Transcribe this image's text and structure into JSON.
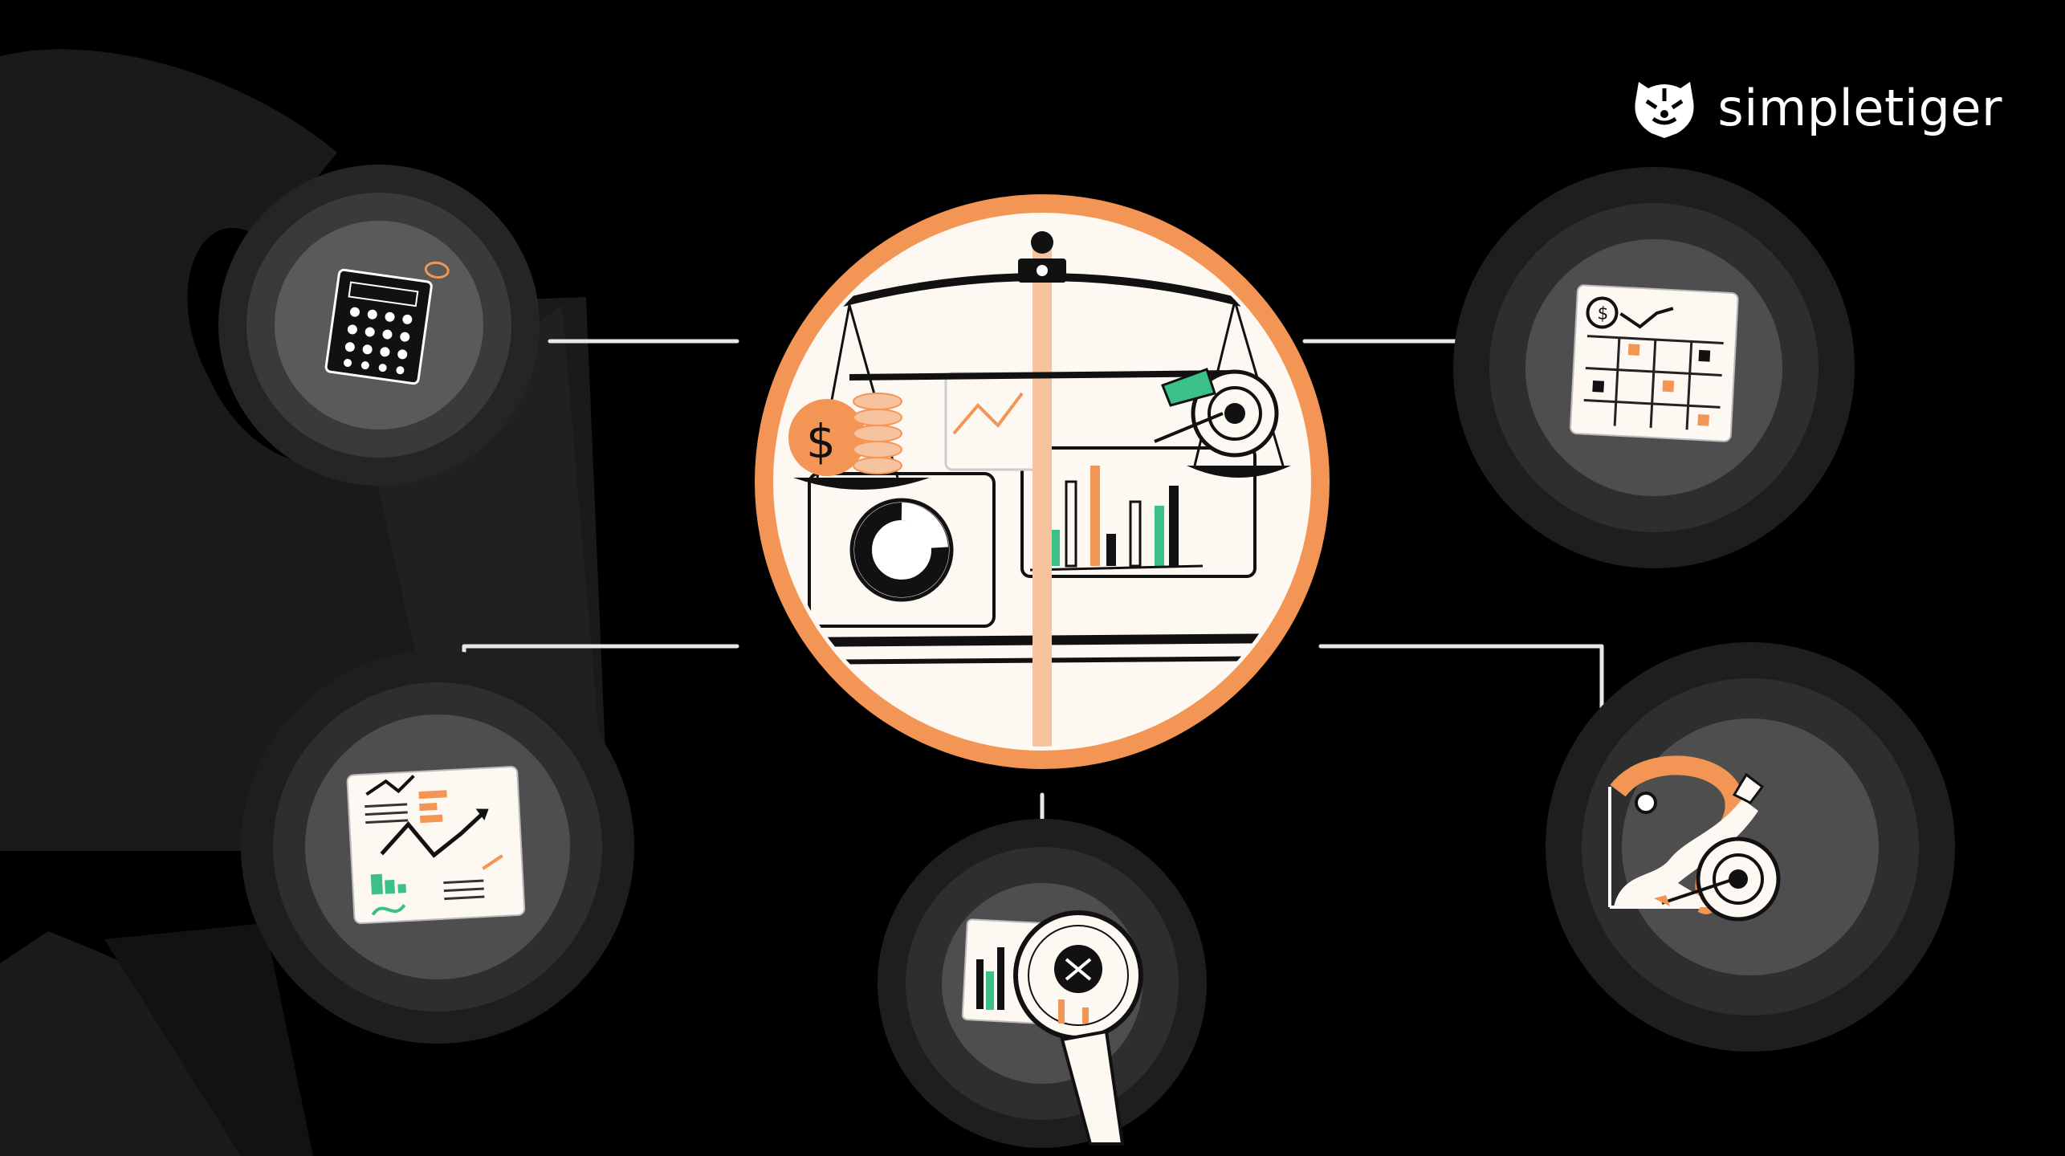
{
  "brand": {
    "name": "simpletiger",
    "logo_icon": "tiger-head-icon"
  },
  "colors": {
    "background": "#000000",
    "accent": "#f39655",
    "green": "#3cc08a",
    "paper": "#fdf8f2",
    "ring": "#5e5e5e"
  },
  "center": {
    "icon": "balance-scale-icon"
  },
  "nodes": [
    {
      "id": "top-left",
      "icon": "calculator-icon"
    },
    {
      "id": "bottom-left",
      "icon": "growth-report-icon"
    },
    {
      "id": "bottom-center",
      "icon": "magnifying-glass-icon"
    },
    {
      "id": "top-right",
      "icon": "calendar-plan-icon"
    },
    {
      "id": "bottom-right",
      "icon": "rocket-target-icon"
    }
  ]
}
